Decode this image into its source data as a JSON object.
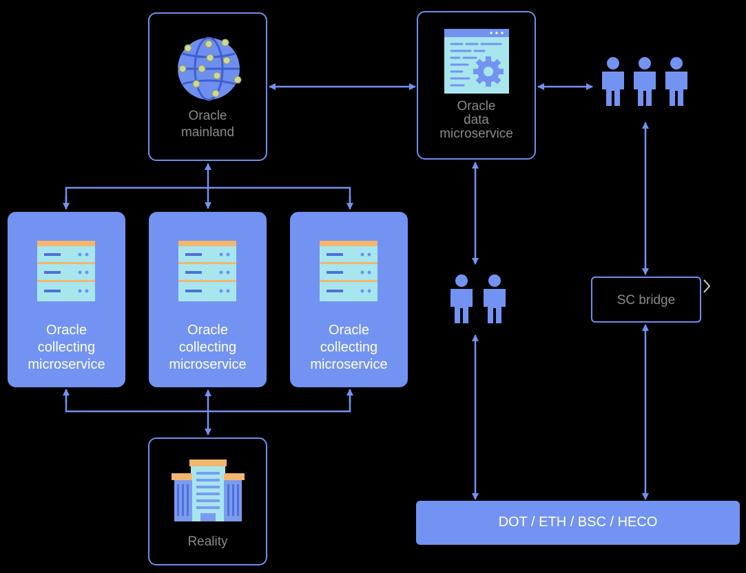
{
  "nodes": {
    "oracle_mainland": {
      "label": "Oracle\nmainland",
      "icon": "globe-icon"
    },
    "oracle_data_microservice": {
      "label": "Oracle\ndata\nmicroservice",
      "icon": "data-screen-gear-icon"
    },
    "collectors": [
      {
        "label": "Oracle\ncollecting\nmicroservice",
        "icon": "server-stack-icon"
      },
      {
        "label": "Oracle\ncollecting\nmicroservice",
        "icon": "server-stack-icon"
      },
      {
        "label": "Oracle\ncollecting\nmicroservice",
        "icon": "server-stack-icon"
      }
    ],
    "reality": {
      "label": "Reality",
      "icon": "building-icon"
    },
    "sc_bridge": {
      "label": "SC bridge"
    },
    "chains": {
      "label": "DOT / ETH / BSC / HECO"
    },
    "user_group_top": {
      "icon": "users-icon",
      "count": 3
    },
    "user_group_mid": {
      "icon": "users-icon",
      "count": 2
    }
  },
  "edges": [
    {
      "from": "Oracle mainland",
      "to": "Oracle data microservice",
      "type": "bidirectional"
    },
    {
      "from": "Oracle data microservice",
      "to": "users (3)",
      "type": "bidirectional"
    },
    {
      "from": "Oracle mainland",
      "to": "Oracle collecting microservice ×3",
      "type": "bidirectional"
    },
    {
      "from": "Reality",
      "to": "Oracle collecting microservice ×3",
      "type": "bidirectional"
    },
    {
      "from": "Oracle data microservice",
      "to": "users (2)",
      "type": "bidirectional"
    },
    {
      "from": "users (2)",
      "to": "DOT / ETH / BSC / HECO",
      "type": "bidirectional"
    },
    {
      "from": "users (3)",
      "to": "SC bridge",
      "type": "bidirectional"
    },
    {
      "from": "SC bridge",
      "to": "DOT / ETH / BSC / HECO",
      "type": "bidirectional"
    }
  ],
  "colors": {
    "background": "#000000",
    "accent": "#7393f2",
    "label_gray": "#8a8a8a",
    "server_body": "#a8e6ee",
    "server_top": "#f3b66e",
    "building": "#7b9bf0"
  }
}
